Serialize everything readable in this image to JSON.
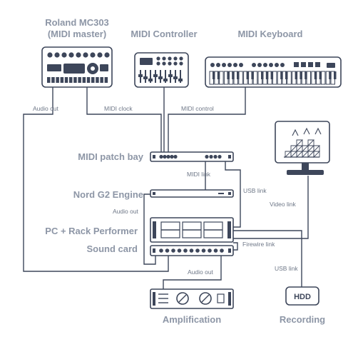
{
  "devices": {
    "roland_line1": "Roland MC303",
    "roland_line2": "(MIDI master)",
    "controller": "MIDI Controller",
    "keyboard": "MIDI Keyboard",
    "patch_bay": "MIDI patch bay",
    "nord": "Nord G2 Engine",
    "pc_rack": "PC + Rack Performer",
    "sound_card": "Sound card",
    "amplification": "Amplification",
    "recording": "Recording",
    "hdd_text": "HDD"
  },
  "links": {
    "audio_out_left": "Audio out",
    "midi_clock": "MIDI clock",
    "midi_control": "MIDI control",
    "midi_link": "MIDI link",
    "usb_link_top": "USB link",
    "audio_out_mid": "Audio out",
    "video_link": "Video link",
    "firewire_link": "Firewire link",
    "usb_link_bottom": "USB link",
    "audio_out_bottom": "Audio out"
  },
  "colors": {
    "device": "#3d465a",
    "label": "#8d96a6"
  }
}
